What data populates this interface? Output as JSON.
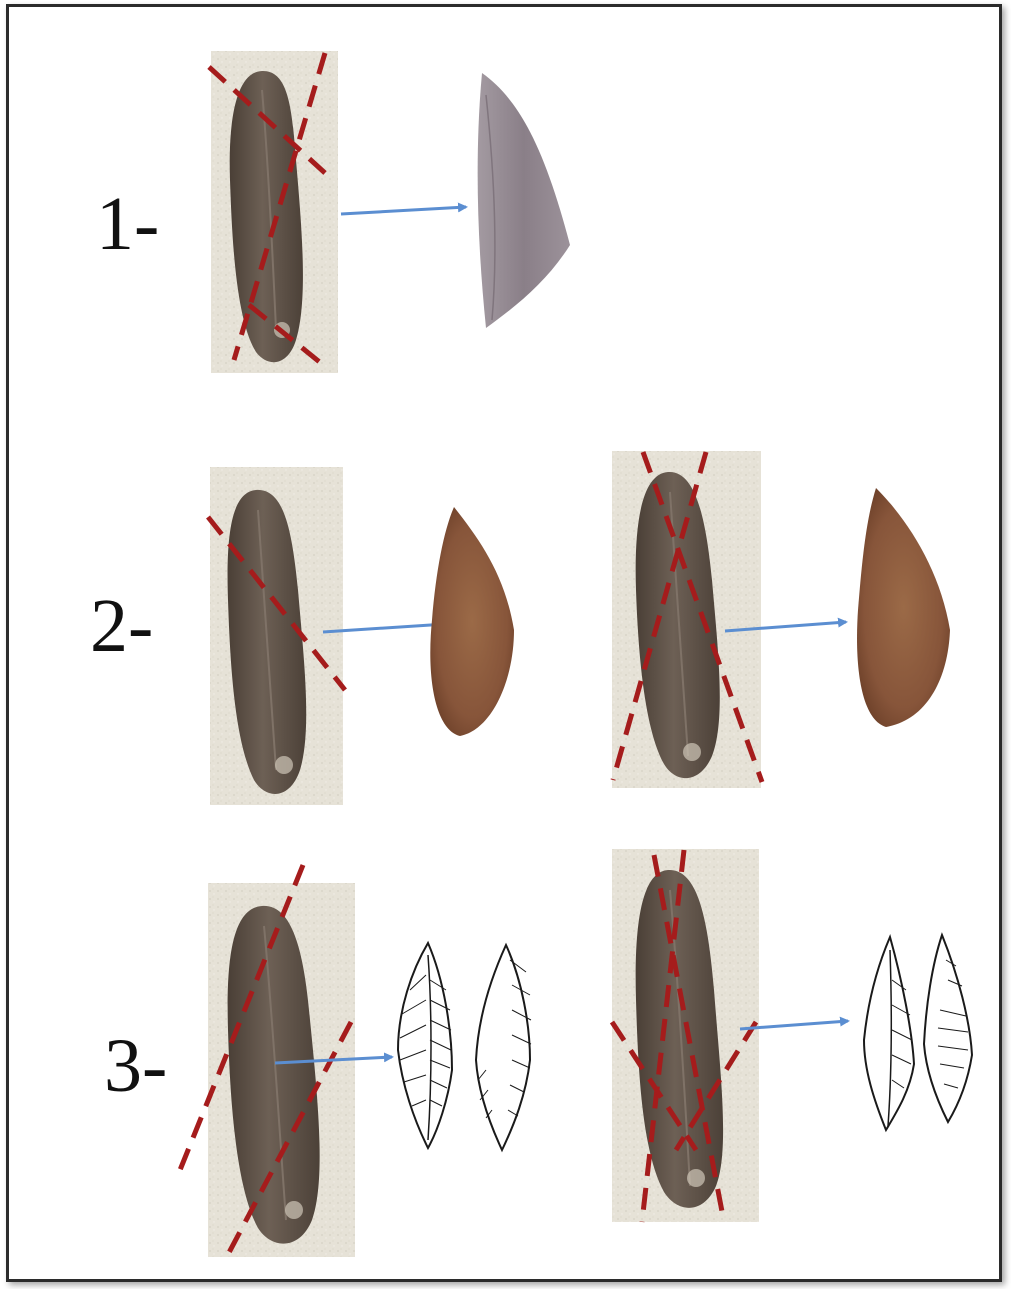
{
  "rows": [
    {
      "label": "1-"
    },
    {
      "label": "2-"
    },
    {
      "label": "3-"
    }
  ],
  "colors": {
    "cut_line": "#a51c1c",
    "arrow": "#5b8ed1",
    "paper_bg": "#e7e3d8",
    "blade": "#5f5348",
    "flake_grey": "#8c8189",
    "flake_brown": "#8e5a3a",
    "ink": "#1a1a1a"
  }
}
